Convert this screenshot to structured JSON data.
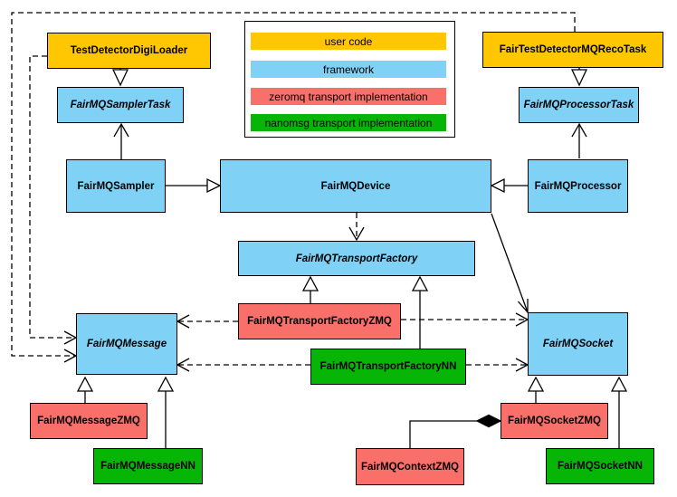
{
  "colors": {
    "user_code": "#FFC702",
    "framework": "#7FD1F6",
    "zeromq": "#F96F6A",
    "nanomsg": "#06B506",
    "line": "#000000",
    "background": "#FFFFFF"
  },
  "legend": {
    "items": [
      {
        "label": "user code"
      },
      {
        "label": "framework"
      },
      {
        "label": "zeromq transport implementation"
      },
      {
        "label": "nanomsg transport implementation"
      }
    ]
  },
  "nodes": {
    "testDetectorDigiLoader": {
      "label": "TestDetectorDigiLoader",
      "category": "user code",
      "abstract": false
    },
    "fairTestDetectorMQRecoTask": {
      "label": "FairTestDetectorMQRecoTask",
      "category": "user code",
      "abstract": false
    },
    "fairMQSamplerTask": {
      "label": "FairMQSamplerTask",
      "category": "framework",
      "abstract": true
    },
    "fairMQProcessorTask": {
      "label": "FairMQProcessorTask",
      "category": "framework",
      "abstract": true
    },
    "fairMQSampler": {
      "label": "FairMQSampler",
      "category": "framework",
      "abstract": false
    },
    "fairMQDevice": {
      "label": "FairMQDevice",
      "category": "framework",
      "abstract": false
    },
    "fairMQProcessor": {
      "label": "FairMQProcessor",
      "category": "framework",
      "abstract": false
    },
    "fairMQTransportFactory": {
      "label": "FairMQTransportFactory",
      "category": "framework",
      "abstract": true
    },
    "fairMQTransportFactoryZMQ": {
      "label": "FairMQTransportFactoryZMQ",
      "category": "zeromq",
      "abstract": false
    },
    "fairMQTransportFactoryNN": {
      "label": "FairMQTransportFactoryNN",
      "category": "nanomsg",
      "abstract": false
    },
    "fairMQMessage": {
      "label": "FairMQMessage",
      "category": "framework",
      "abstract": true
    },
    "fairMQSocket": {
      "label": "FairMQSocket",
      "category": "framework",
      "abstract": true
    },
    "fairMQMessageZMQ": {
      "label": "FairMQMessageZMQ",
      "category": "zeromq",
      "abstract": false
    },
    "fairMQMessageNN": {
      "label": "FairMQMessageNN",
      "category": "nanomsg",
      "abstract": false
    },
    "fairMQContextZMQ": {
      "label": "FairMQContextZMQ",
      "category": "zeromq",
      "abstract": false
    },
    "fairMQSocketZMQ": {
      "label": "FairMQSocketZMQ",
      "category": "zeromq",
      "abstract": false
    },
    "fairMQSocketNN": {
      "label": "FairMQSocketNN",
      "category": "nanomsg",
      "abstract": false
    }
  }
}
